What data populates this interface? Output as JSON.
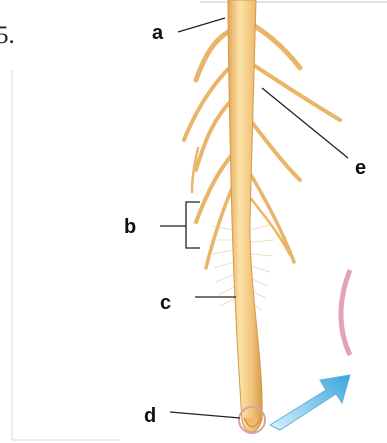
{
  "question": {
    "number": "5."
  },
  "labels": {
    "a": "a",
    "b": "b",
    "c": "c",
    "d": "d",
    "e": "e"
  },
  "colors": {
    "root_fill": "#f2c47a",
    "root_shadow": "#d69a4c",
    "root_highlight": "#fde3a8",
    "hair_color": "#e8d6b8",
    "leader_line": "#222222",
    "tip_circle": "#d9a3a3",
    "arrow_fill": "#6fc3ea",
    "frame_line": "#cccccc"
  },
  "icons": {
    "growth_arrow": "arrow-right-icon"
  }
}
